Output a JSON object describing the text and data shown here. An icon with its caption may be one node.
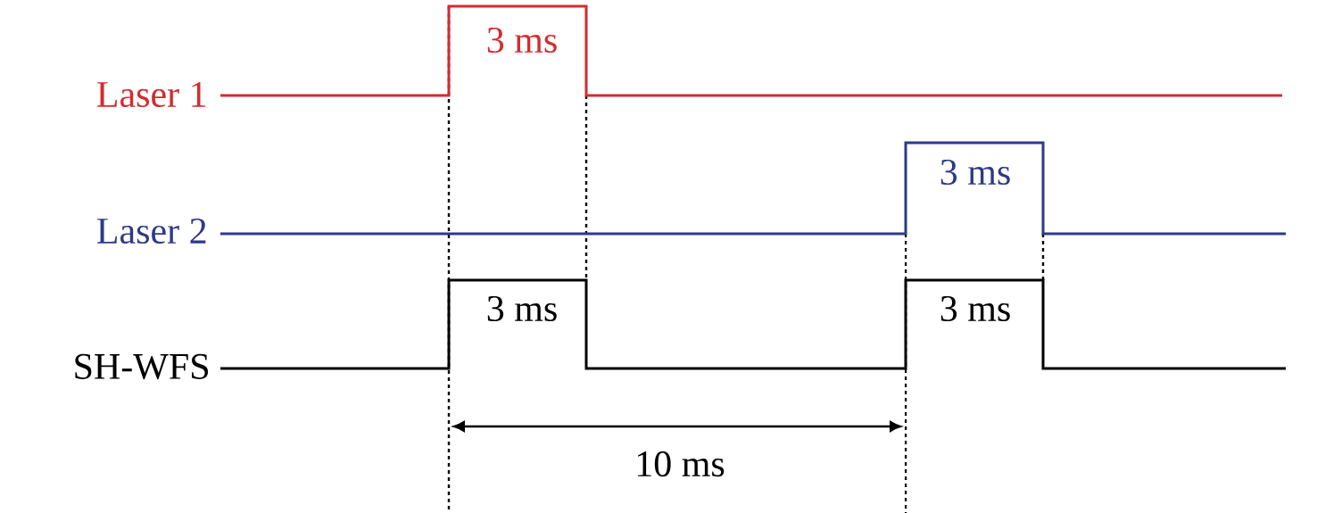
{
  "diagram": {
    "labels": [
      "3 ms",
      "Laser 1",
      "3 ms",
      "Laser 2",
      "3 ms",
      "3 ms",
      "SH-WFS",
      "10 ms"
    ]
  }
}
